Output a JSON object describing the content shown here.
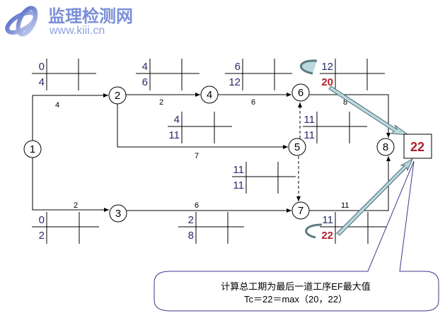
{
  "logo": {
    "name": "监理检测网",
    "url": "www.kiii.cn"
  },
  "nodes": [
    "1",
    "2",
    "3",
    "4",
    "5",
    "6",
    "7",
    "8"
  ],
  "edges": {
    "e12": "4",
    "e24": "2",
    "e46": "6",
    "e68": "8",
    "e25": "7",
    "e13": "2",
    "e37": "6",
    "e78": "11"
  },
  "tables": {
    "t12": {
      "es": "0",
      "ef": "4"
    },
    "t24": {
      "es": "4",
      "ef": "6"
    },
    "t46": {
      "es": "6",
      "ef": "12"
    },
    "t68": {
      "es": "12",
      "ef": "20"
    },
    "t25": {
      "es": "4",
      "ef": "11"
    },
    "t56": {
      "es": "11",
      "ef": "11"
    },
    "t57": {
      "es": "11",
      "ef": "11"
    },
    "t13": {
      "es": "0",
      "ef": "2"
    },
    "t37": {
      "es": "2",
      "ef": "8"
    },
    "t78": {
      "es": "11",
      "ef": "22"
    }
  },
  "result": {
    "total": "22"
  },
  "callout": {
    "line1": "计算总工期为最后一道工序EF最大值",
    "line2": "Tc＝22＝max（20，22）"
  },
  "colors": {
    "accent_red": "#b0202a",
    "arrow_fill": "#b8d8dc",
    "cell_text": "#2a2a6a"
  }
}
